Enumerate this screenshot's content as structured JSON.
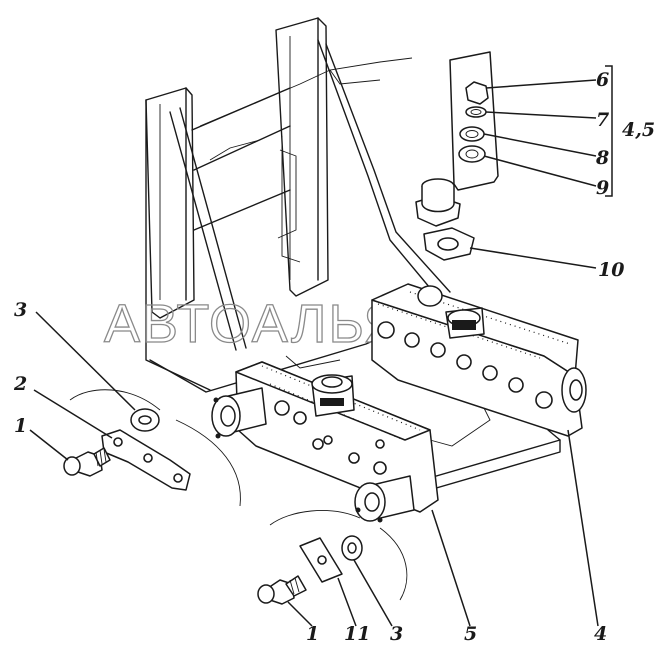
{
  "watermark": "АВТОАЛЬЯНС",
  "callouts": {
    "c1a": "1",
    "c2": "2",
    "c3a": "3",
    "c1b": "1",
    "c11": "11",
    "c3b": "3",
    "c5": "5",
    "c4": "4",
    "c6": "6",
    "c7": "7",
    "c8": "8",
    "c9": "9",
    "c10": "10",
    "c45": "4,5"
  }
}
